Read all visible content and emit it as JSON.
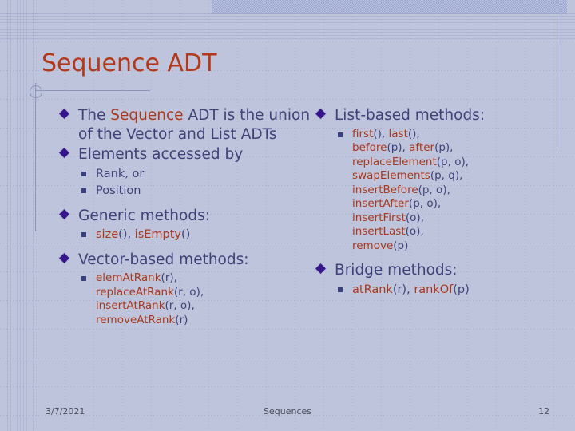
{
  "slide": {
    "title": "Sequence ADT",
    "left_column": [
      {
        "level": 1,
        "bullet": "diamond-bullet",
        "runs": [
          {
            "text": "The ",
            "style": "plain"
          },
          {
            "text": "Sequence",
            "style": "code"
          },
          {
            "text": " ADT is the union of the Vector and List ADTs",
            "style": "plain"
          }
        ]
      },
      {
        "level": 1,
        "bullet": "diamond-bullet",
        "runs": [
          {
            "text": "Elements accessed by",
            "style": "plain"
          }
        ]
      },
      {
        "level": 2,
        "bullet": "square-bullet",
        "runs": [
          {
            "text": "Rank, or",
            "style": "plain"
          }
        ]
      },
      {
        "level": 2,
        "bullet": "square-bullet",
        "runs": [
          {
            "text": "Position",
            "style": "plain"
          }
        ]
      },
      {
        "level": 1,
        "bullet": "diamond-bullet",
        "runs": [
          {
            "text": "Generic methods:",
            "style": "plain"
          }
        ]
      },
      {
        "level": 2,
        "bullet": "square-bullet",
        "runs": [
          {
            "text": "size",
            "style": "code"
          },
          {
            "text": "(), ",
            "style": "punct"
          },
          {
            "text": "isEmpty",
            "style": "code"
          },
          {
            "text": "()",
            "style": "punct"
          }
        ]
      },
      {
        "level": 1,
        "bullet": "diamond-bullet",
        "runs": [
          {
            "text": "Vector-based methods:",
            "style": "plain"
          }
        ]
      },
      {
        "level": 2,
        "bullet": "square-bullet",
        "runs": [
          {
            "text": "elemAtRank",
            "style": "code"
          },
          {
            "text": "(r), ",
            "style": "punct"
          },
          {
            "text": "\n",
            "style": "break"
          },
          {
            "text": "replaceAtRank",
            "style": "code"
          },
          {
            "text": "(r, o), ",
            "style": "punct"
          },
          {
            "text": "\n",
            "style": "break"
          },
          {
            "text": "insertAtRank",
            "style": "code"
          },
          {
            "text": "(r, o), ",
            "style": "punct"
          },
          {
            "text": "\n",
            "style": "break"
          },
          {
            "text": "removeAtRank",
            "style": "code"
          },
          {
            "text": "(r)",
            "style": "punct"
          }
        ]
      }
    ],
    "right_column": [
      {
        "level": 1,
        "bullet": "diamond-bullet",
        "runs": [
          {
            "text": "List-based methods:",
            "style": "plain"
          }
        ]
      },
      {
        "level": 2,
        "bullet": "square-bullet",
        "runs": [
          {
            "text": "first",
            "style": "code"
          },
          {
            "text": "(), ",
            "style": "punct"
          },
          {
            "text": "last",
            "style": "code"
          },
          {
            "text": "(), ",
            "style": "punct"
          },
          {
            "text": "\n",
            "style": "break"
          },
          {
            "text": "before",
            "style": "code"
          },
          {
            "text": "(p), ",
            "style": "punct"
          },
          {
            "text": "after",
            "style": "code"
          },
          {
            "text": "(p), ",
            "style": "punct"
          },
          {
            "text": "\n",
            "style": "break"
          },
          {
            "text": "replaceElement",
            "style": "code"
          },
          {
            "text": "(p, o), ",
            "style": "punct"
          },
          {
            "text": "\n",
            "style": "break"
          },
          {
            "text": "swapElements",
            "style": "code"
          },
          {
            "text": "(p, q), ",
            "style": "punct"
          },
          {
            "text": "\n",
            "style": "break"
          },
          {
            "text": "insertBefore",
            "style": "code"
          },
          {
            "text": "(p, o), ",
            "style": "punct"
          },
          {
            "text": "\n",
            "style": "break"
          },
          {
            "text": "insertAfter",
            "style": "code"
          },
          {
            "text": "(p, o), ",
            "style": "punct"
          },
          {
            "text": "\n",
            "style": "break"
          },
          {
            "text": "insertFirst",
            "style": "code"
          },
          {
            "text": "(o), ",
            "style": "punct"
          },
          {
            "text": "\n",
            "style": "break"
          },
          {
            "text": "insertLast",
            "style": "code"
          },
          {
            "text": "(o), ",
            "style": "punct"
          },
          {
            "text": "\n",
            "style": "break"
          },
          {
            "text": "remove",
            "style": "code"
          },
          {
            "text": "(p)",
            "style": "punct"
          }
        ]
      },
      {
        "level": 1,
        "bullet": "diamond-bullet",
        "runs": [
          {
            "text": "Bridge methods:",
            "style": "plain"
          }
        ]
      },
      {
        "level": 2,
        "bullet": "square-bullet",
        "runs": [
          {
            "text": "atRank",
            "style": "code"
          },
          {
            "text": "(r), ",
            "style": "punct"
          },
          {
            "text": "rankOf",
            "style": "code"
          },
          {
            "text": "(p)",
            "style": "punct"
          }
        ]
      }
    ],
    "footer": {
      "date": "3/7/2021",
      "center": "Sequences",
      "page": "12"
    },
    "colors": {
      "title": "#b3391b",
      "body": "#3e4279",
      "code": "#a9381c",
      "diamond_bullet": "#36148c",
      "square_bullet": "#3a3f7d",
      "rule": "#8d97bd",
      "band": "#7a8ccd"
    }
  }
}
